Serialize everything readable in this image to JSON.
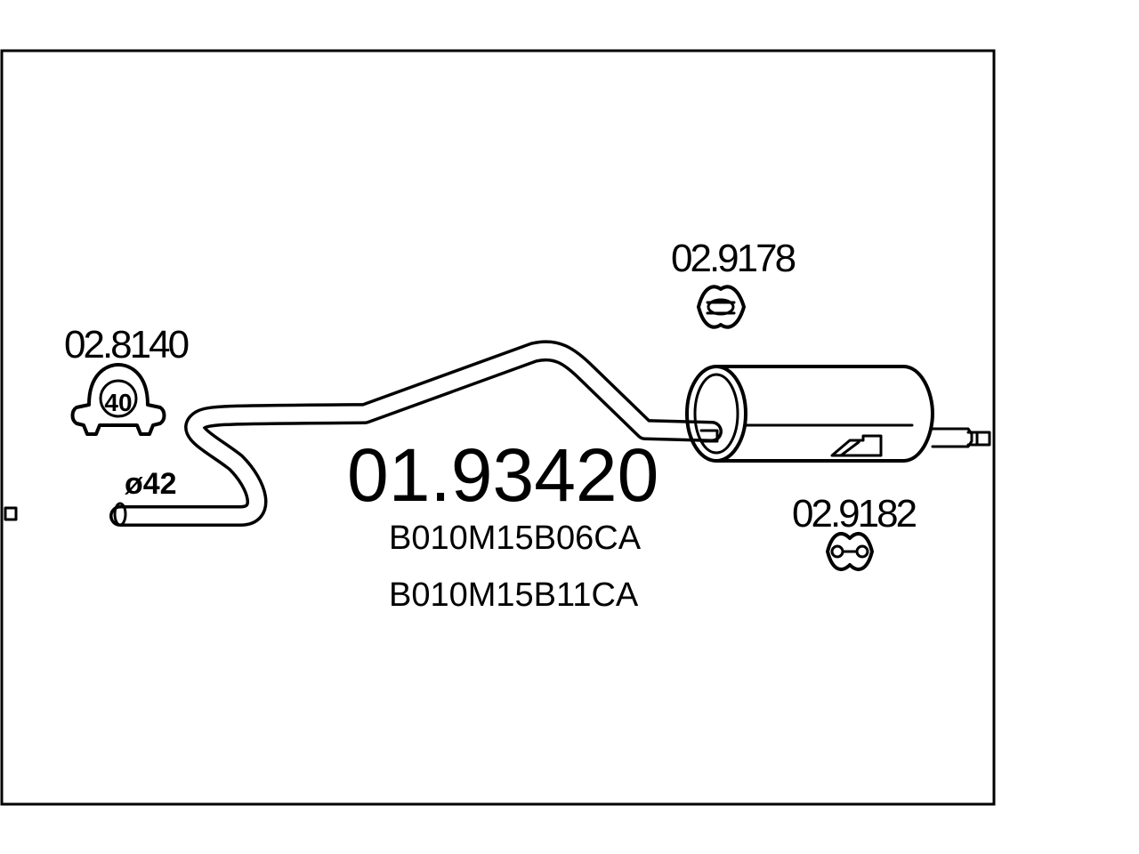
{
  "main_part_number": "01.93420",
  "codes": [
    "B010M15B06CA",
    "B010M15B11CA"
  ],
  "pipe_diameter": "ø42",
  "clamp": {
    "part_number": "02.8140",
    "inner_size": "40",
    "icon": "exhaust-clamp-icon"
  },
  "hanger_top": {
    "part_number": "02.9178",
    "icon": "rubber-hanger-icon"
  },
  "hanger_bottom": {
    "part_number": "02.9182",
    "icon": "rubber-hanger-icon"
  }
}
